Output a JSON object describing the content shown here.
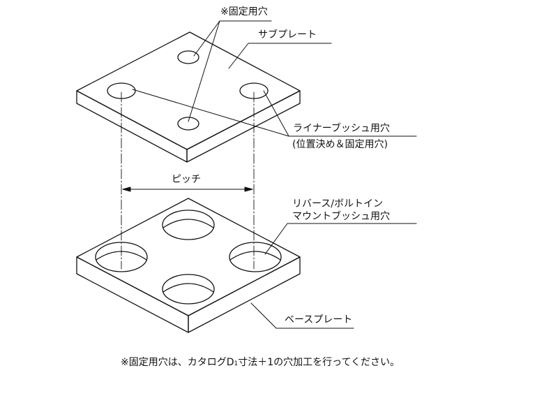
{
  "labels": {
    "fixing_hole_note": "※固定用穴",
    "sub_plate": "サブプレート",
    "liner_bush_hole": "ライナーブッシュ用穴",
    "liner_bush_purpose": "(位置決め＆固定用穴)",
    "pitch": "ピッチ",
    "reverse_bolt_in_line1": "リバース/ボルトイン",
    "reverse_bolt_in_line2": "マウントブッシュ用穴",
    "base_plate": "ベースプレート"
  },
  "footnote": {
    "before": "※固定用穴は、カタログD",
    "subscript": "1",
    "after": "寸法＋1の穴加工を行ってください。"
  },
  "colors": {
    "line": "#111111",
    "background": "#ffffff"
  }
}
